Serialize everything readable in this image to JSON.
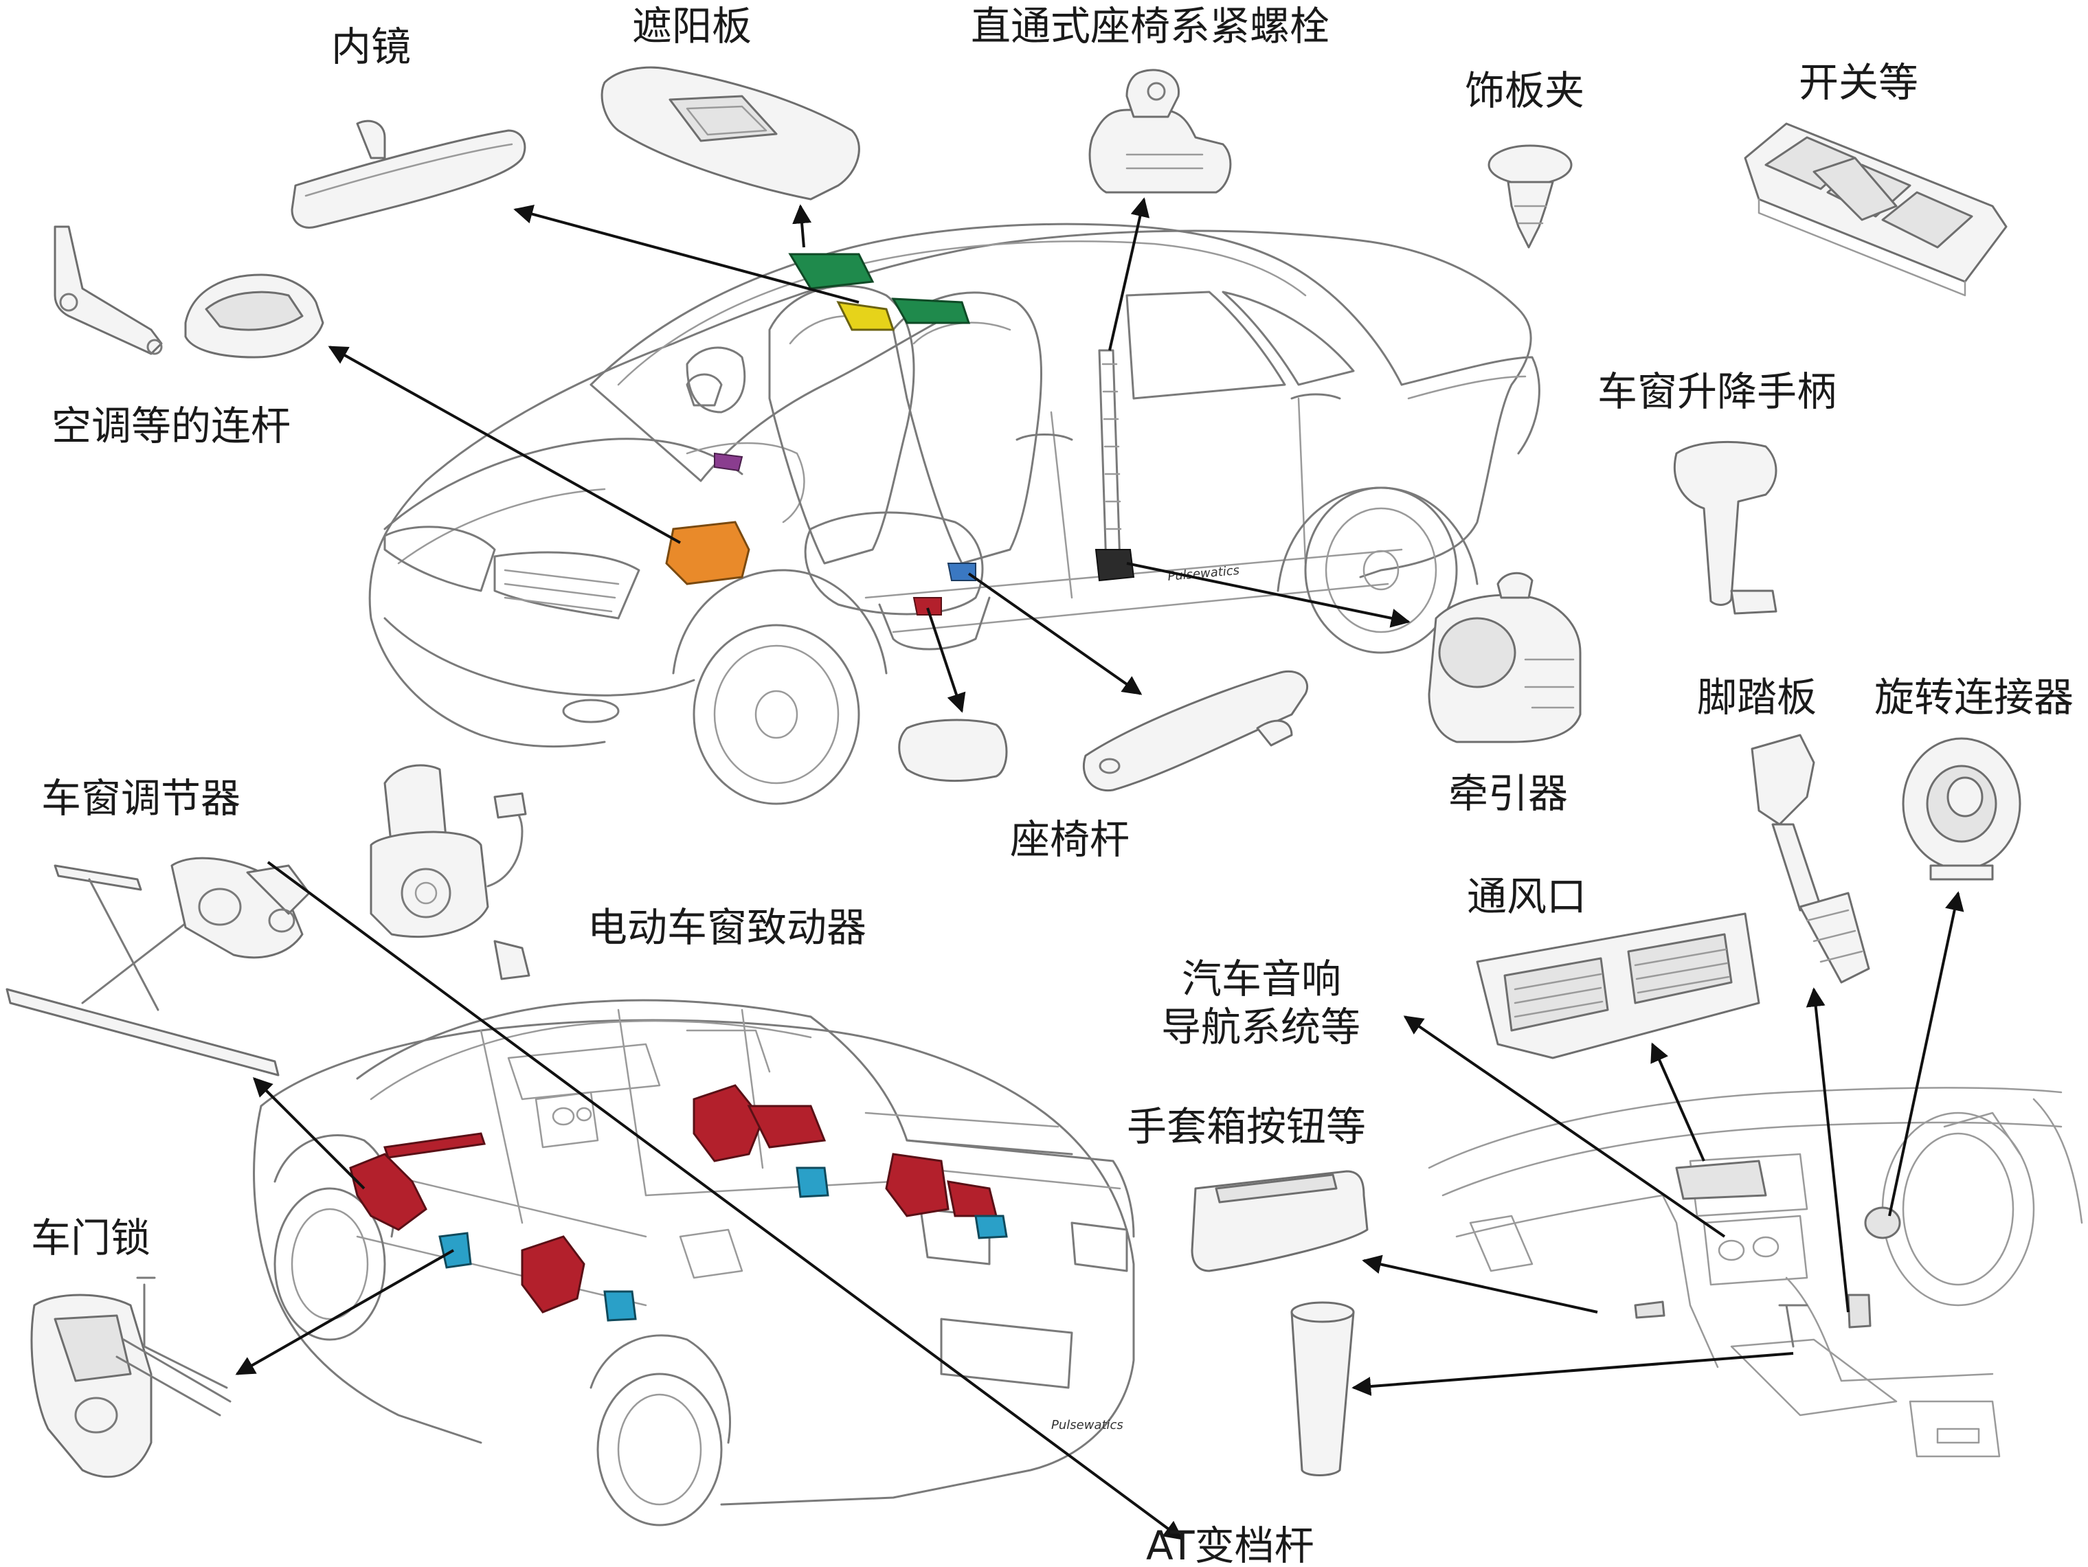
{
  "labels": {
    "inner_mirror": "内镜",
    "sun_visor": "遮阳板",
    "seat_bolt": "直通式座椅系紧螺栓",
    "trim_clip": "饰板夹",
    "switches": "开关等",
    "ac_link": "空调等的连杆",
    "window_crank": "车窗升降手柄",
    "retractor": "牵引器",
    "seat_lever": "座椅杆",
    "pedal": "脚踏板",
    "spiral_connector": "旋转连接器",
    "window_regulator": "车窗调节器",
    "power_window_actuator": "电动车窗致动器",
    "vent": "通风口",
    "audio_nav_line1": "汽车音响",
    "audio_nav_line2": "导航系统等",
    "glove_box_button": "手套箱按钮等",
    "door_lock": "车门锁",
    "at_shift_lever": "AT变档杆"
  },
  "badge_texts": {
    "car_top_badge": "Pulsewatics",
    "car_bottom_badge": "Pulsewatics"
  },
  "colors": {
    "label_text": "#1a1a1a",
    "arrow": "#111111",
    "line_art": "#7a7a7a",
    "highlight_orange": "#e98a2a",
    "highlight_green": "#1f8a4c",
    "highlight_yellow": "#e6d31a",
    "highlight_red": "#b3202c",
    "highlight_cyan": "#2aa0c8",
    "highlight_purple": "#8a3d8f",
    "highlight_blue": "#3a78c2"
  }
}
